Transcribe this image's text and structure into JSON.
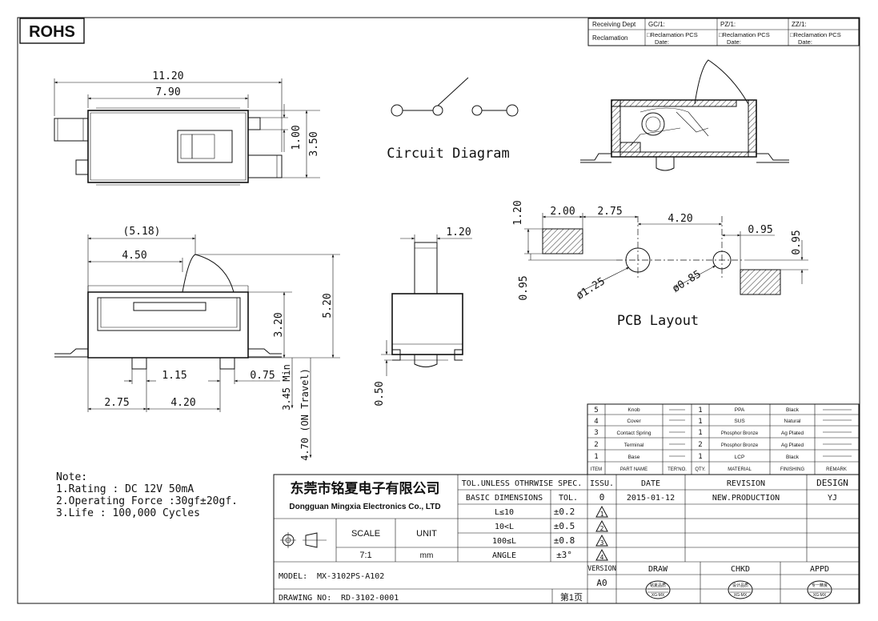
{
  "rohs_label": "ROHS",
  "receiving": {
    "dept_label": "Receiving Dept",
    "reclamation_label": "Reclamation",
    "cols": [
      {
        "name": "GC/1:",
        "line1": "□Reclamation  PCS",
        "line2": "Date:"
      },
      {
        "name": "PZ/1:",
        "line1": "□Reclamation  PCS",
        "line2": "Date:"
      },
      {
        "name": "ZZ/1:",
        "line1": "□Reclamation  PCS",
        "line2": "Date:"
      }
    ]
  },
  "top_view": {
    "dim_total": "11.20",
    "dim_body": "7.90",
    "dim_slot": "1.00",
    "dim_height": "3.50"
  },
  "side_view": {
    "dim_knob_ref": "(5.18)",
    "dim_knob": "4.50",
    "dim_body_h": "3.20",
    "dim_total_h": "5.20",
    "dim_pin_gap": "1.15",
    "dim_pin_w": "0.75",
    "dim_left": "2.75",
    "dim_pitch": "4.20",
    "dim_min": "3.45 Min",
    "dim_travel": "4.70 (ON Travel)"
  },
  "end_view": {
    "dim_knob_w": "1.20",
    "dim_foot": "0.50"
  },
  "circuit": {
    "caption": "Circuit Diagram"
  },
  "pcb": {
    "caption": "PCB Layout",
    "d_200": "2.00",
    "d_275": "2.75",
    "d_420": "4.20",
    "d_095a": "0.95",
    "d_095b": "0.95",
    "d_120": "1.20",
    "d_095c": "0.95",
    "d_hole_big": "ø1.25",
    "d_hole_small": "ø0.85"
  },
  "notes": {
    "title": "Note:",
    "items": [
      "1.Rating : DC  12V  50mA",
      "2.Operating  Force  :30gf±20gf.",
      "3.Life : 100,000  Cycles"
    ]
  },
  "bom": {
    "headers": [
      "ITEM",
      "PART NAME",
      "TER'NO.",
      "QTY.",
      "MATERIAL",
      "FINISHING",
      "REMARK"
    ],
    "rows": [
      {
        "item": "5",
        "part": "Knob",
        "qty": "1",
        "material": "PPA",
        "finish": "Black"
      },
      {
        "item": "4",
        "part": "Cover",
        "qty": "1",
        "material": "SUS",
        "finish": "Natural"
      },
      {
        "item": "3",
        "part": "Contact Spring",
        "qty": "1",
        "material": "Phosphor Bronze",
        "finish": "Ag Plated"
      },
      {
        "item": "2",
        "part": "Terminal",
        "qty": "2",
        "material": "Phosphor Bronze",
        "finish": "Ag Plated"
      },
      {
        "item": "1",
        "part": "Base",
        "qty": "1",
        "material": "LCP",
        "finish": "Black"
      }
    ]
  },
  "title_block": {
    "company_cn": "东莞市铭夏电子有限公司",
    "company_en": "Dongguan Mingxia Electronics Co., LTD",
    "tol_header": "TOL.UNLESS OTHRWISE SPEC.",
    "basic_dims": "BASIC DIMENSIONS",
    "tol_label": "TOL.",
    "tol_rows": [
      {
        "range": "L≤10",
        "tol": "±0.2"
      },
      {
        "range": "10<L",
        "tol": "±0.5"
      },
      {
        "range": "100≤L",
        "tol": "±0.8"
      },
      {
        "range": "ANGLE",
        "tol": "±3°"
      }
    ],
    "scale_label": "SCALE",
    "unit_label": "UNIT",
    "scale": "7:1",
    "unit": "mm",
    "issu_label": "ISSU.",
    "date_label": "DATE",
    "revision_label": "REVISION",
    "design_label": "DESIGN",
    "rev_rows": [
      {
        "issu": "0",
        "date": "2015-01-12",
        "revision": "NEW.PRODUCTION",
        "design": "YJ"
      },
      {
        "issu": "1",
        "date": "",
        "revision": "",
        "design": ""
      },
      {
        "issu": "2",
        "date": "",
        "revision": "",
        "design": ""
      },
      {
        "issu": "3",
        "date": "",
        "revision": "",
        "design": ""
      },
      {
        "issu": "4",
        "date": "",
        "revision": "",
        "design": ""
      }
    ],
    "version_label": "VERSION",
    "version": "A0",
    "draw_label": "DRAW",
    "chkd_label": "CHKD",
    "appd_label": "APPD",
    "model_label": "MODEL:",
    "model": "MX-3102PS-A102",
    "drawing_no_label": "DRAWING NO:",
    "drawing_no": "RD-3102-0001",
    "page": "第1页",
    "stamps": [
      {
        "top": "铭夏品质",
        "bottom": "XG-MX"
      },
      {
        "top": "设计品质",
        "bottom": "XG-MX"
      },
      {
        "top": "专一精良",
        "bottom": "XG-MX"
      }
    ]
  }
}
